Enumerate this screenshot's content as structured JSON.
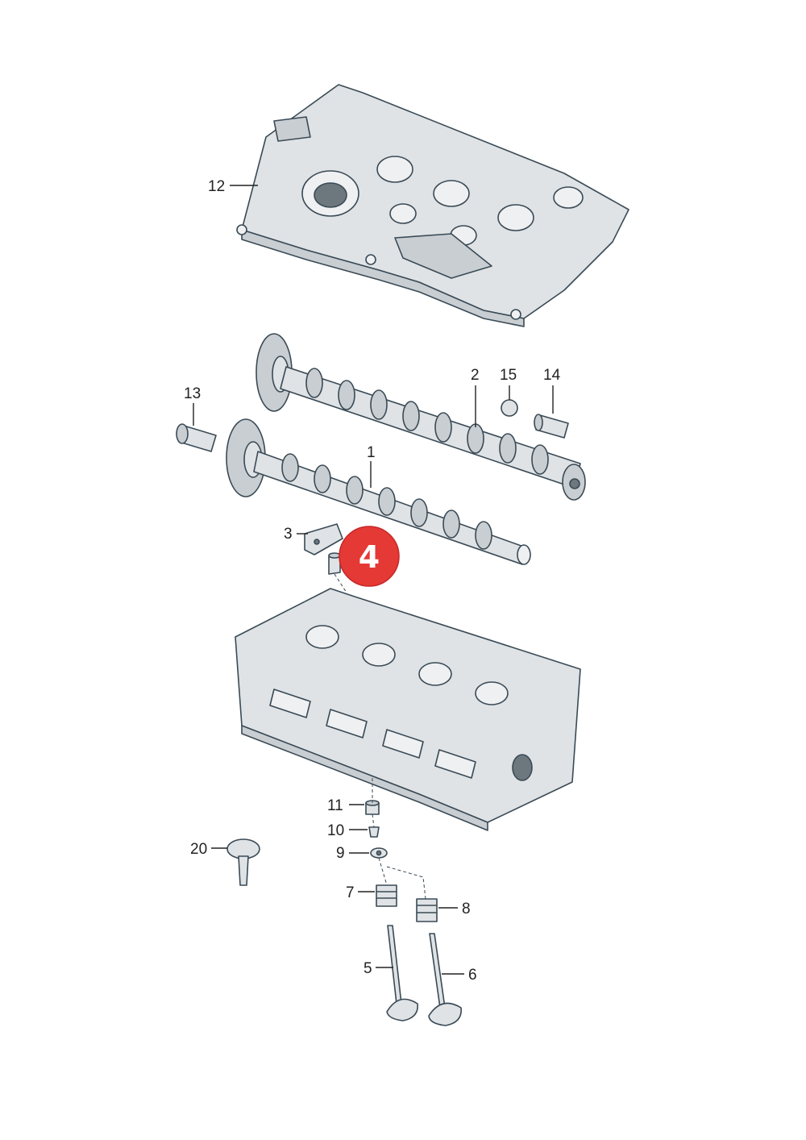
{
  "callouts": [
    {
      "id": "12",
      "text": "12"
    },
    {
      "id": "13",
      "text": "13"
    },
    {
      "id": "2",
      "text": "2"
    },
    {
      "id": "15",
      "text": "15"
    },
    {
      "id": "14",
      "text": "14"
    },
    {
      "id": "1",
      "text": "1"
    },
    {
      "id": "3",
      "text": "3"
    },
    {
      "id": "11",
      "text": "11"
    },
    {
      "id": "10",
      "text": "10"
    },
    {
      "id": "9",
      "text": "9"
    },
    {
      "id": "20",
      "text": "20"
    },
    {
      "id": "7",
      "text": "7"
    },
    {
      "id": "8",
      "text": "8"
    },
    {
      "id": "5",
      "text": "5"
    },
    {
      "id": "6",
      "text": "6"
    }
  ],
  "highlight": {
    "text": "4",
    "color": "#e53935"
  },
  "colors": {
    "metal": "#dfe3e6",
    "outline": "#3a4a55",
    "highlight": "#e53935"
  }
}
